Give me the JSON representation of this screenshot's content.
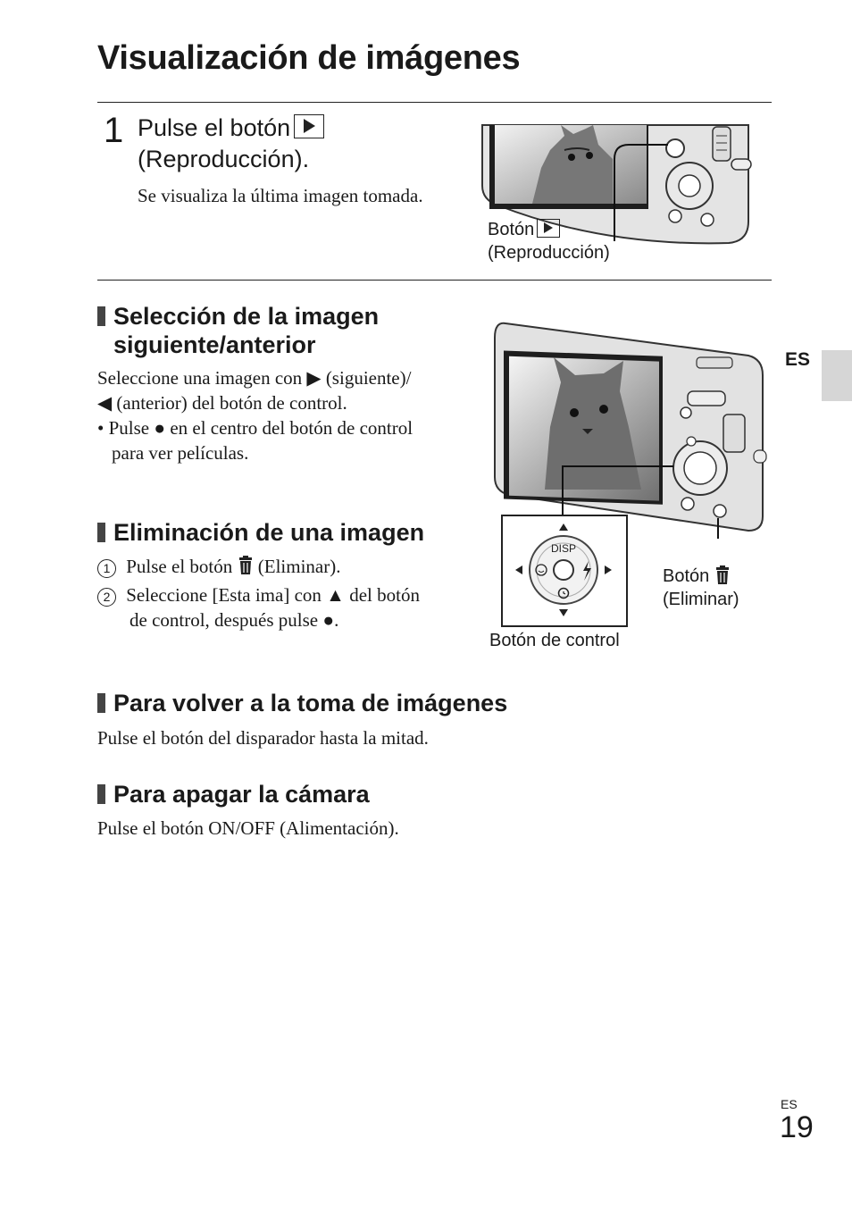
{
  "page_title": "Visualización de imágenes",
  "step1": {
    "number": "1",
    "line1": "Pulse el botón",
    "line2": "(Reproducción).",
    "desc": "Se visualiza la última imagen tomada.",
    "callout_line1": "Botón",
    "callout_line2": "(Reproducción)"
  },
  "section_next": {
    "heading_line1": "Selección de la imagen",
    "heading_line2": "siguiente/anterior",
    "p1_a": "Seleccione una imagen con",
    "p1_b": "(siguiente)/",
    "p1_c": "(anterior) del botón de control.",
    "bullet": "•",
    "b1_a": "Pulse",
    "b1_b": "en el centro del botón de control",
    "b1_c": "para ver películas."
  },
  "section_delete": {
    "heading": "Eliminación de una imagen",
    "item1_num": "1",
    "item1_a": "Pulse el botón",
    "item1_b": "(Eliminar).",
    "item2_num": "2",
    "item2_a": "Seleccione [Esta ima] con",
    "item2_b": "del botón",
    "item2_c": "de control, después pulse",
    "item2_d": "."
  },
  "figure2": {
    "disp_label": "DISP",
    "trash_callout_line1": "Botón",
    "trash_callout_line2": "(Eliminar)",
    "control_caption": "Botón de control"
  },
  "section_return": {
    "heading": "Para volver a la toma de imágenes",
    "text": "Pulse el botón del disparador hasta la mitad."
  },
  "section_off": {
    "heading": "Para apagar la cámara",
    "text": "Pulse el botón ON/OFF (Alimentación)."
  },
  "side_tab": "ES",
  "footer": {
    "lang": "ES",
    "page_number": "19"
  }
}
